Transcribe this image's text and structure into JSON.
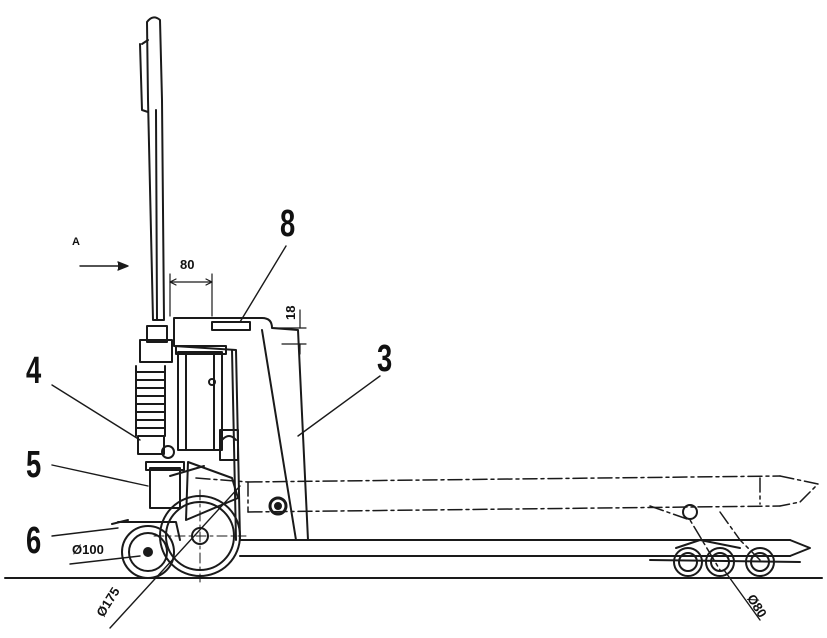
{
  "callouts": {
    "c3": "3",
    "c4": "4",
    "c5": "5",
    "c6": "6",
    "c8": "8"
  },
  "view_arrow": "A",
  "dimensions": {
    "handle_offset": "80",
    "height_gap": "18",
    "steer_wheel_dia": "Ø100",
    "main_wheel_dia": "Ø175",
    "load_roller_dia": "Ø80"
  },
  "colors": {
    "line": "#1a1a1a",
    "background": "#ffffff"
  }
}
